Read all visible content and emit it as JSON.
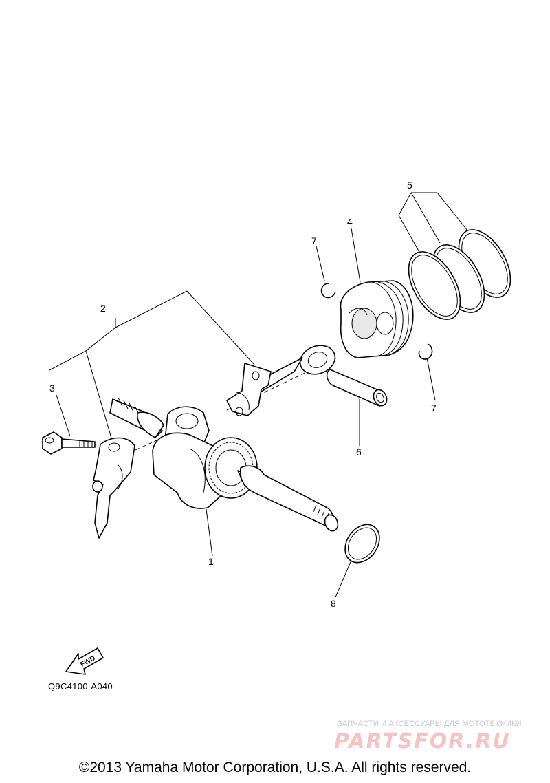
{
  "diagram": {
    "callouts": {
      "c1": "1",
      "c2": "2",
      "c3": "3",
      "c4": "4",
      "c5": "5",
      "c6": "6",
      "c7a": "7",
      "c7b": "7",
      "c8": "8"
    },
    "fwd_label": "FWD",
    "code": "Q9C4100-A040"
  },
  "watermark": {
    "tagline": "ЗАПЧАСТИ И АКСЕССУАРЫ ДЛЯ МОТОТЕХНИКИ",
    "brand": "PARTSFOR.RU",
    "color": "#f4c3c3"
  },
  "footer": {
    "copyright": "©2013 Yamaha Motor Corporation, U.S.A. All rights reserved."
  }
}
